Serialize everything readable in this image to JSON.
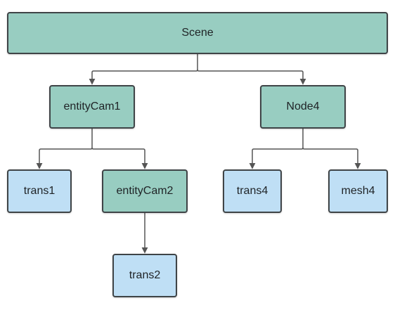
{
  "nodes": {
    "scene": "Scene",
    "entitycam1": "entityCam1",
    "node4": "Node4",
    "trans1": "trans1",
    "entitycam2": "entityCam2",
    "trans4": "trans4",
    "mesh4": "mesh4",
    "trans2": "trans2"
  },
  "colors": {
    "entity_fill": "#98cdc1",
    "leaf_fill": "#bfdff5",
    "stroke": "#3f4447",
    "connector": "#555555"
  },
  "edges": [
    [
      "Scene",
      "entityCam1"
    ],
    [
      "Scene",
      "Node4"
    ],
    [
      "entityCam1",
      "trans1"
    ],
    [
      "entityCam1",
      "entityCam2"
    ],
    [
      "entityCam2",
      "trans2"
    ],
    [
      "Node4",
      "trans4"
    ],
    [
      "Node4",
      "mesh4"
    ]
  ]
}
